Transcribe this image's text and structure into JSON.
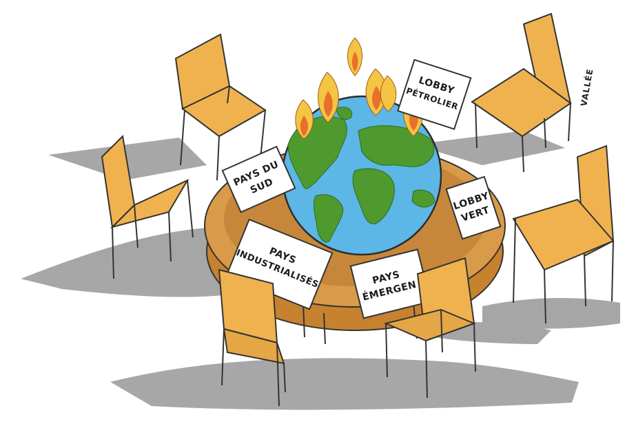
{
  "signature": "VALLÉE",
  "placards": {
    "pays_du_sud": {
      "line1": "PAYS DU",
      "line2": "SUD"
    },
    "lobby_petrolier": {
      "line1": "LOBBY",
      "line2": "PÉTROLIER"
    },
    "lobby_vert": {
      "line1": "LOBBY",
      "line2": "VERT"
    },
    "pays_industrialises": {
      "line1": "PAYS",
      "line2": "INDUSTRIALISÉS"
    },
    "pays_emergents": {
      "line1": "PAYS",
      "line2": "ÉMERGEN"
    }
  },
  "colors": {
    "chair": "#f0b24f",
    "table": "#d99a4a",
    "shadow": "#9d9d9d",
    "ocean": "#5cb6e6",
    "land": "#4f9a2f",
    "flame_outer": "#f4c542",
    "flame_inner": "#e9702c"
  }
}
